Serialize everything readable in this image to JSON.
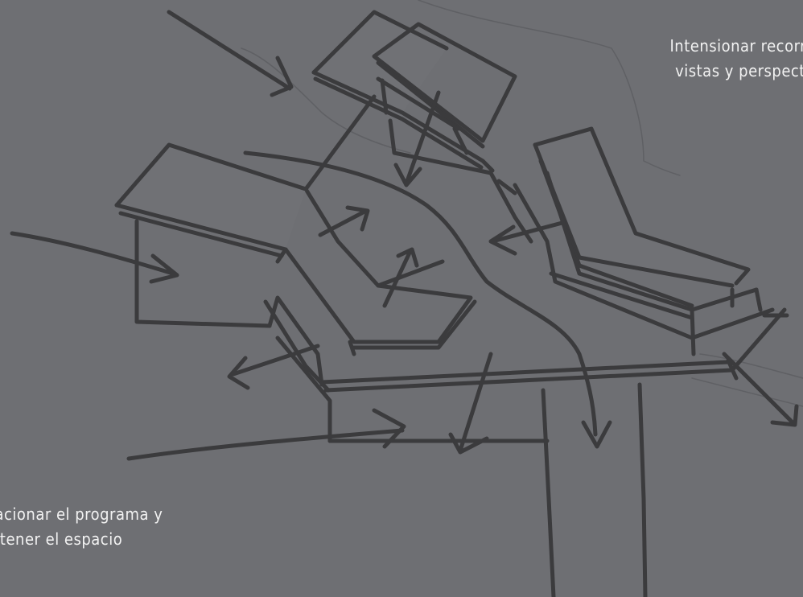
{
  "annotations": {
    "top_right": {
      "line1": "Intensionar recorri",
      "line2": "vistas y perspect"
    },
    "bottom_left": {
      "line1": "lacionar el programa y",
      "line2": "ntener el espacio"
    }
  },
  "colors": {
    "background": "#6e6f73",
    "ink": "#3b3b3d",
    "text": "#f2f2f2"
  }
}
